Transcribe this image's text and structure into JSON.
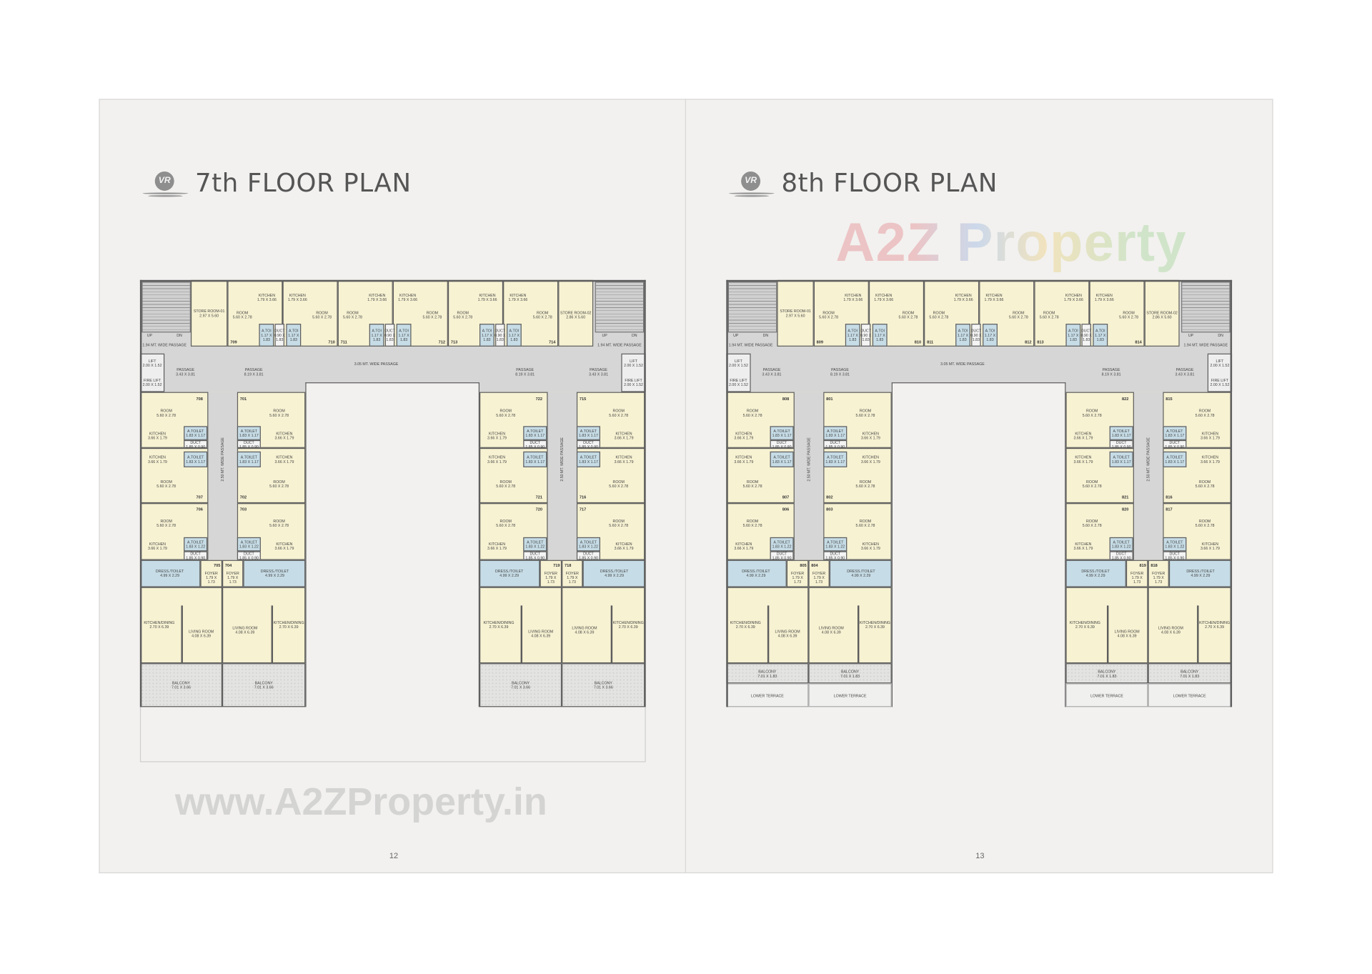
{
  "logo_text": "VR",
  "watermarks": {
    "brand": "A2Z Property",
    "url": "www.A2ZProperty.in"
  },
  "colors": {
    "room": "#f7f2d2",
    "toilet": "#c6dce6",
    "passage": "#d6d6d6",
    "wall": "#5d5d5d",
    "page": "#f2f1ef"
  },
  "labels": {
    "kitchen": "KITCHEN",
    "room": "ROOM",
    "a_toi": "A.TOI",
    "a_toilet": "A.TOILET",
    "duct": "DUCT",
    "dress_toilet": "DRESS./TOILET",
    "foyer": "FOYER",
    "kitchen_dining": "KITCHEN/DINING",
    "living_room": "LIVING ROOM",
    "balcony": "BALCONY",
    "lower_terrace": "LOWER TERRACE",
    "lift": "LIFT",
    "fire_lift": "FIRE LIFT",
    "passage": "PASSAGE",
    "up": "UP",
    "dn": "DN",
    "store_room_01": "STORE ROOM-01",
    "store_room_02": "STORE ROOM-02",
    "stair_passage": "1.94 MT. WIDE PASSAGE",
    "main_passage": "3.05 MT. WIDE PASSAGE",
    "wing_passage": "2.50 MT. WIDE PASSAGE"
  },
  "dims": {
    "top_kitchen": "1.79 X 3.66",
    "room": "5.60 X 2.78",
    "a_toi": "1.17 X 1.83",
    "top_duct": "0.90 X 1.83",
    "store_01": "2.97 X 5.60",
    "store_02": "2.86 X 5.60",
    "lift": "2.00 X 1.52",
    "passage_small": "3.43 X 3.81",
    "passage_large": "8.19 X 3.81",
    "wing_kitchen": "3.66 X 1.79",
    "toilet_117": "1.83 X 1.17",
    "toilet_122": "1.83 X 1.22",
    "wing_duct": "1.85 X 0.90",
    "dress": "4.99 X 2.29",
    "foyer": "1.79 X 1.73",
    "kitchen_dining": "2.70 X 6.39",
    "living": "4.08 X 6.39"
  },
  "plans": [
    {
      "title": "7th FLOOR PLAN",
      "page_number": "12",
      "balcony_dim": "7.01 X 3.66",
      "lower_terrace": false,
      "units": {
        "top": [
          "709",
          "710",
          "711",
          "712",
          "713",
          "714"
        ],
        "left_outer": [
          "708",
          "707",
          "706"
        ],
        "left_inner": [
          "701",
          "702",
          "703"
        ],
        "left_bottom": [
          "705",
          "704"
        ],
        "right_outer": [
          "722",
          "721",
          "720"
        ],
        "right_inner": [
          "715",
          "716",
          "717"
        ],
        "right_bottom": [
          "719",
          "718"
        ]
      }
    },
    {
      "title": "8th FLOOR PLAN",
      "page_number": "13",
      "balcony_dim": "7.01 X 1.83",
      "lower_terrace": true,
      "units": {
        "top": [
          "809",
          "810",
          "811",
          "812",
          "813",
          "814"
        ],
        "left_outer": [
          "808",
          "807",
          "806"
        ],
        "left_inner": [
          "801",
          "802",
          "803"
        ],
        "left_bottom": [
          "805",
          "804"
        ],
        "right_outer": [
          "822",
          "821",
          "820"
        ],
        "right_inner": [
          "815",
          "816",
          "817"
        ],
        "right_bottom": [
          "819",
          "818"
        ]
      }
    }
  ]
}
